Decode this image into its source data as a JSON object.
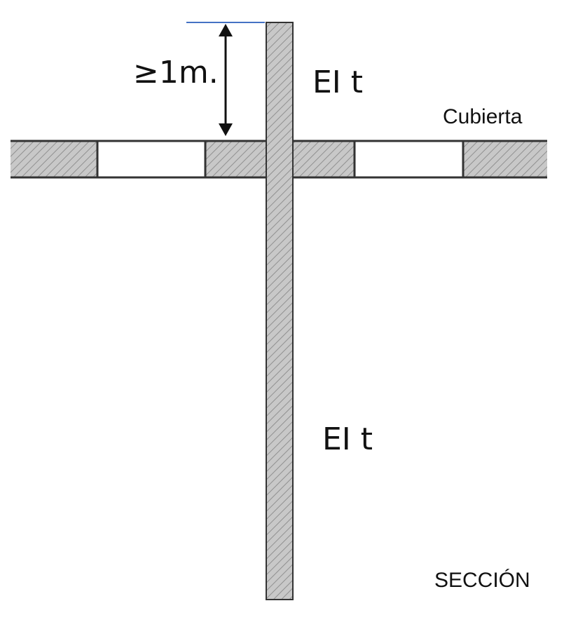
{
  "labels": {
    "min_height": "≥1m.",
    "wall_upper": "EI t",
    "roof": "Cubierta",
    "wall_lower": "EI t",
    "section": "SECCIÓN"
  },
  "colors": {
    "wall_fill": "#c8c8c8",
    "hatch": "#909090",
    "outline": "#333333",
    "dimension": "#111111",
    "reference_line": "#4472c4"
  }
}
